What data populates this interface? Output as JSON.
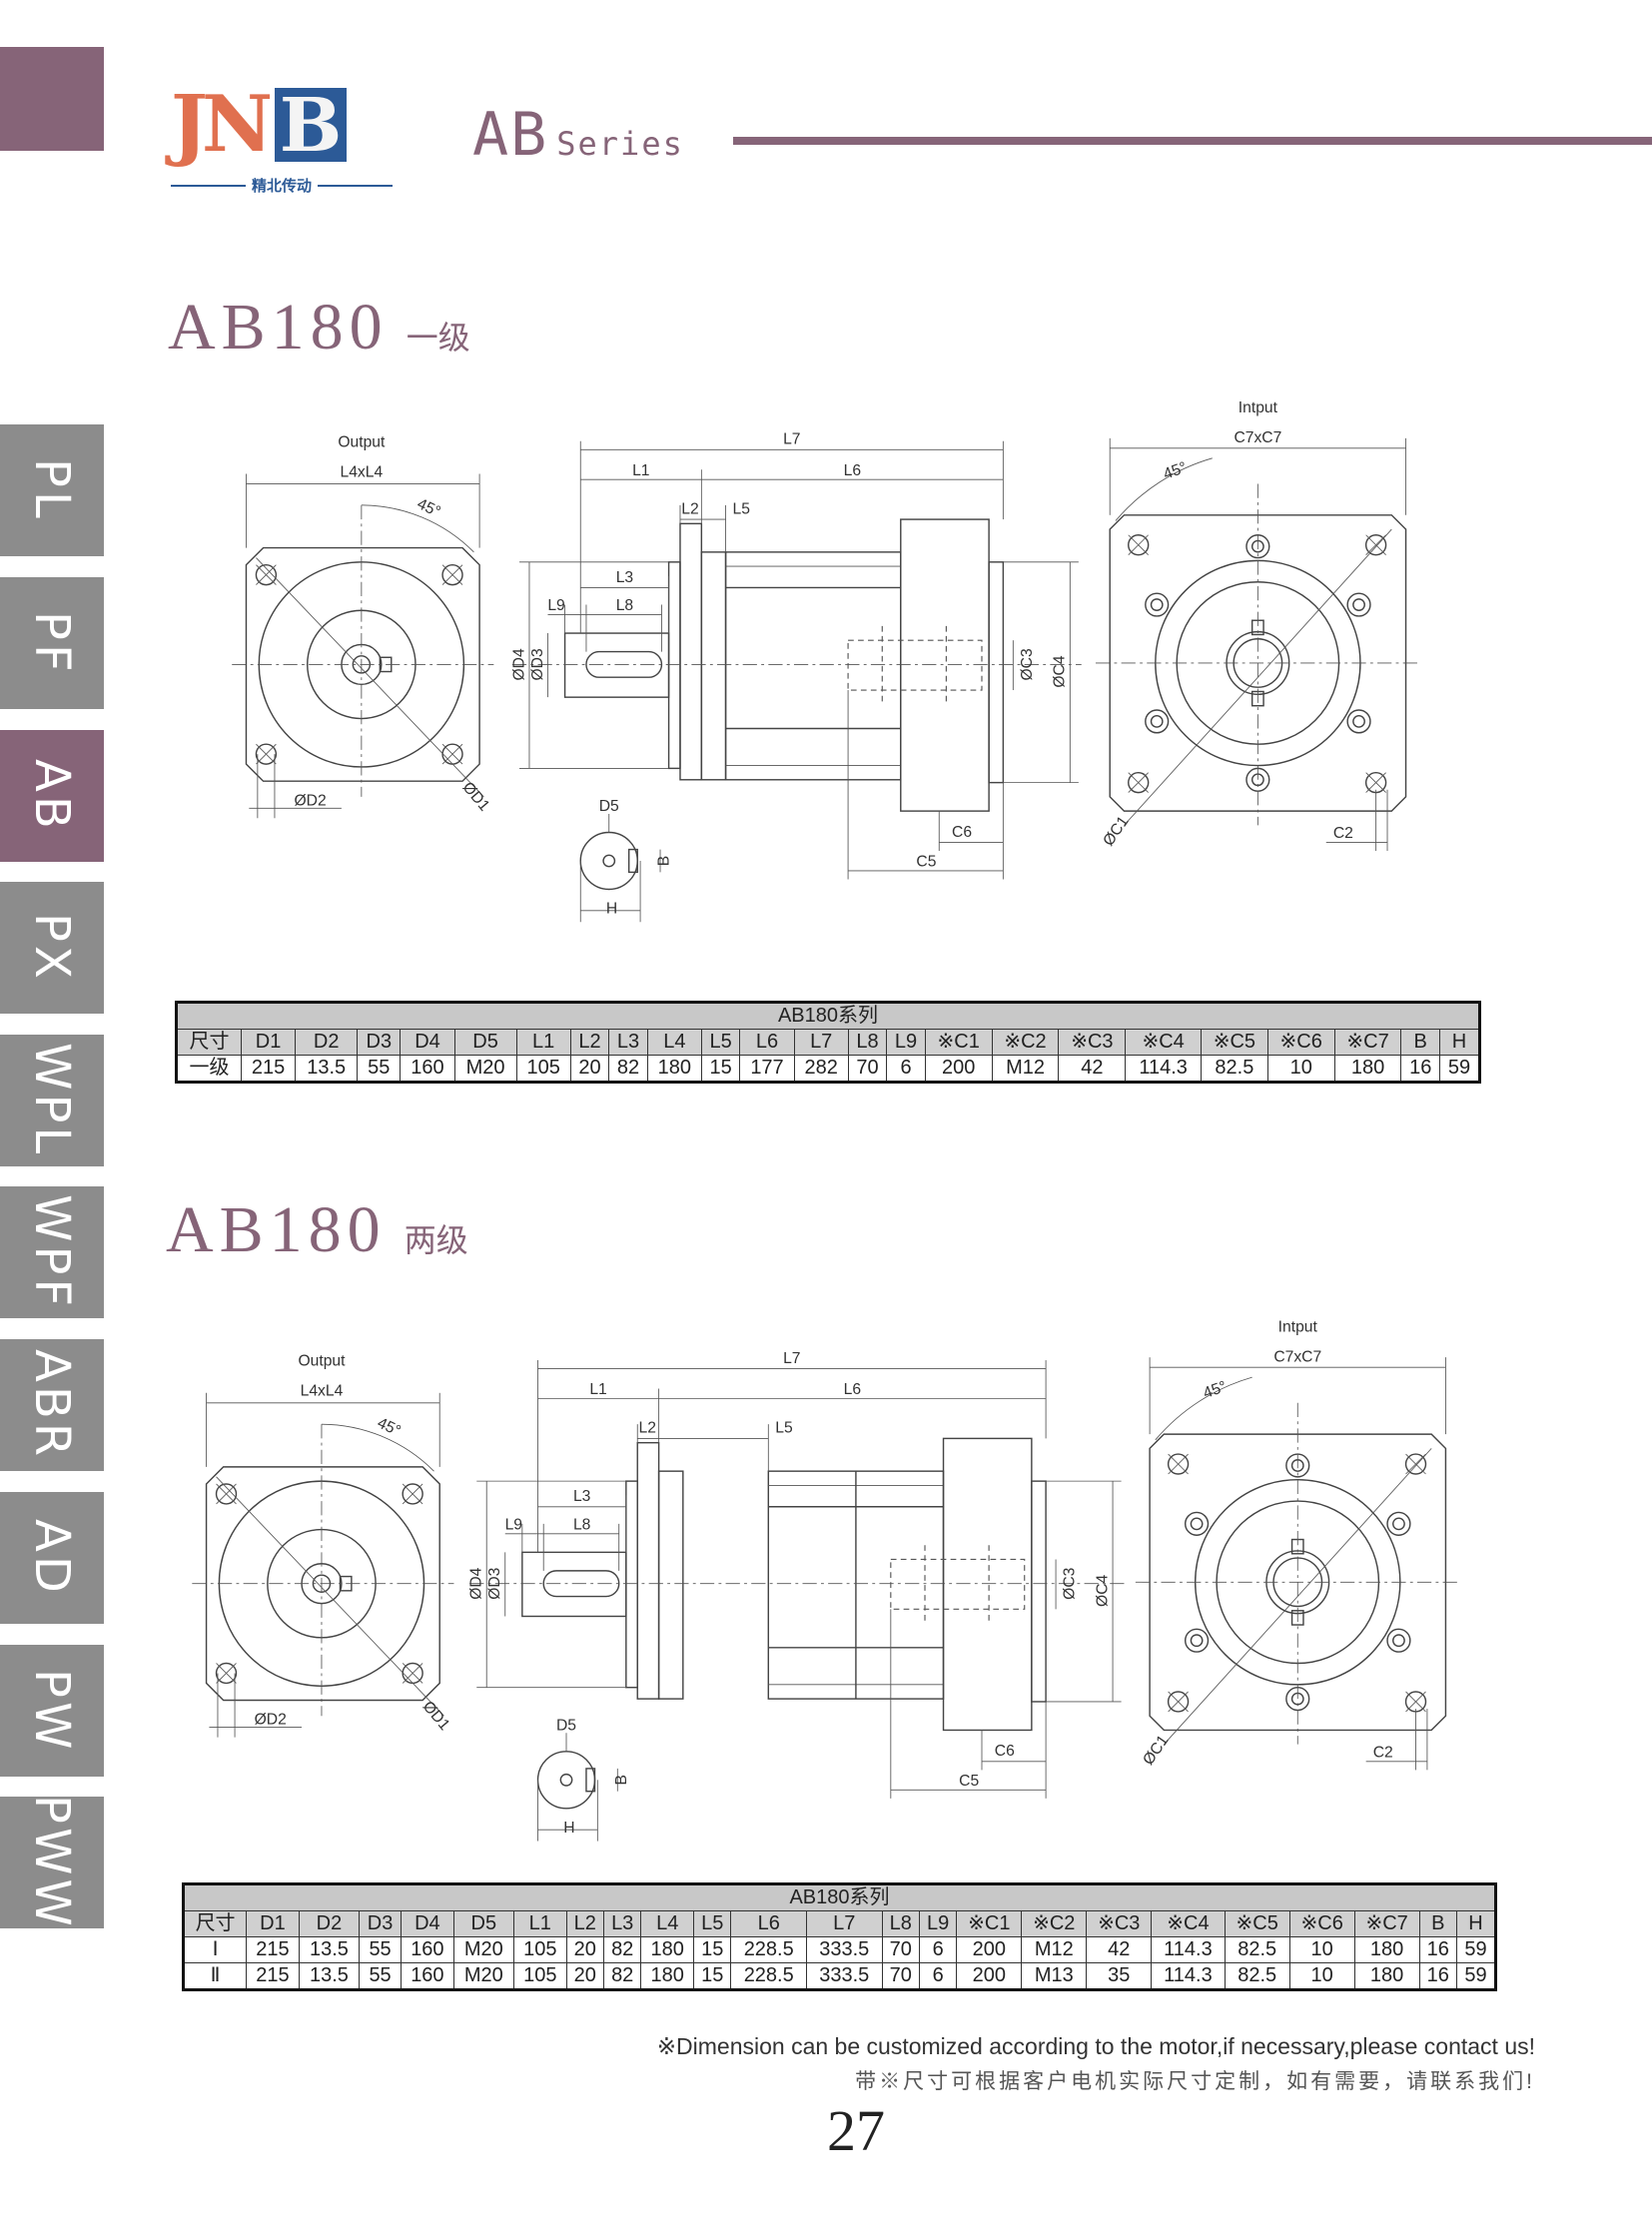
{
  "header": {
    "logo_letters": "JN",
    "logo_letter_b": "B",
    "logo_subtitle": "精北传动",
    "series_main": "AB",
    "series_sub": "Series"
  },
  "side_tabs": [
    {
      "label": "PL",
      "active": false
    },
    {
      "label": "PF",
      "active": false
    },
    {
      "label": "AB",
      "active": true
    },
    {
      "label": "PX",
      "active": false
    },
    {
      "label": "WPL",
      "active": false
    },
    {
      "label": "WPF",
      "active": false
    },
    {
      "label": "ABR",
      "active": false
    },
    {
      "label": "AD",
      "active": false
    },
    {
      "label": "PW",
      "active": false
    },
    {
      "label": "PWW",
      "active": false
    }
  ],
  "sections": [
    {
      "model": "AB180",
      "stage": "一级"
    },
    {
      "model": "AB180",
      "stage": "两级"
    }
  ],
  "drawings": [
    {
      "labels": {
        "output": "Output",
        "l4xl4": "L4xL4",
        "angle": "45°",
        "d2": "ØD2",
        "d1": "ØD1",
        "l7": "L7",
        "l1": "L1",
        "l6": "L6",
        "l2": "L2",
        "l5": "L5",
        "l3": "L3",
        "l8": "L8",
        "l9": "L9",
        "d4": "ØD4",
        "d3": "ØD3",
        "c3": "ØC3",
        "c4": "ØC4",
        "c6": "C6",
        "c5": "C5",
        "d5": "D5",
        "b": "B",
        "h": "H",
        "input": "Intput",
        "c7xc7": "C7xC7",
        "angle_in": "45°",
        "c1": "ØC1",
        "c2": "C2"
      }
    },
    {
      "labels": {
        "output": "Output",
        "l4xl4": "L4xL4",
        "angle": "45°",
        "d2": "ØD2",
        "d1": "ØD1",
        "l7": "L7",
        "l1": "L1",
        "l6": "L6",
        "l2": "L2",
        "l5": "L5",
        "l3": "L3",
        "l8": "L8",
        "l9": "L9",
        "d4": "ØD4",
        "d3": "ØD3",
        "c3": "ØC3",
        "c4": "ØC4",
        "c6": "C6",
        "c5": "C5",
        "d5": "D5",
        "b": "B",
        "h": "H",
        "input": "Intput",
        "c7xc7": "C7xC7",
        "angle_in": "45°",
        "c1": "ØC1",
        "c2": "C2"
      }
    }
  ],
  "tables": [
    {
      "caption": "AB180系列",
      "headers": [
        "尺寸",
        "D1",
        "D2",
        "D3",
        "D4",
        "D5",
        "L1",
        "L2",
        "L3",
        "L4",
        "L5",
        "L6",
        "L7",
        "L8",
        "L9",
        "※C1",
        "※C2",
        "※C3",
        "※C4",
        "※C5",
        "※C6",
        "※C7",
        "B",
        "H"
      ],
      "rows": [
        [
          "一级",
          "215",
          "13.5",
          "55",
          "160",
          "M20",
          "105",
          "20",
          "82",
          "180",
          "15",
          "177",
          "282",
          "70",
          "6",
          "200",
          "M12",
          "42",
          "114.3",
          "82.5",
          "10",
          "180",
          "16",
          "59"
        ]
      ]
    },
    {
      "caption": "AB180系列",
      "headers": [
        "尺寸",
        "D1",
        "D2",
        "D3",
        "D4",
        "D5",
        "L1",
        "L2",
        "L3",
        "L4",
        "L5",
        "L6",
        "L7",
        "L8",
        "L9",
        "※C1",
        "※C2",
        "※C3",
        "※C4",
        "※C5",
        "※C6",
        "※C7",
        "B",
        "H"
      ],
      "rows": [
        [
          "Ⅰ",
          "215",
          "13.5",
          "55",
          "160",
          "M20",
          "105",
          "20",
          "82",
          "180",
          "15",
          "228.5",
          "333.5",
          "70",
          "6",
          "200",
          "M12",
          "42",
          "114.3",
          "82.5",
          "10",
          "180",
          "16",
          "59"
        ],
        [
          "Ⅱ",
          "215",
          "13.5",
          "55",
          "160",
          "M20",
          "105",
          "20",
          "82",
          "180",
          "15",
          "228.5",
          "333.5",
          "70",
          "6",
          "200",
          "M13",
          "35",
          "114.3",
          "82.5",
          "10",
          "180",
          "16",
          "59"
        ]
      ]
    }
  ],
  "footer": {
    "note_en": "※Dimension can be customized according to the motor,if necessary,please contact us!",
    "note_cn": "带※尺寸可根据客户电机实际尺寸定制，如有需要，请联系我们!",
    "page_number": "27"
  },
  "colors": {
    "brand": "#866478",
    "tab_gray": "#8c8c8c",
    "logo_orange": "#e0704f",
    "logo_blue": "#2c5a97"
  }
}
